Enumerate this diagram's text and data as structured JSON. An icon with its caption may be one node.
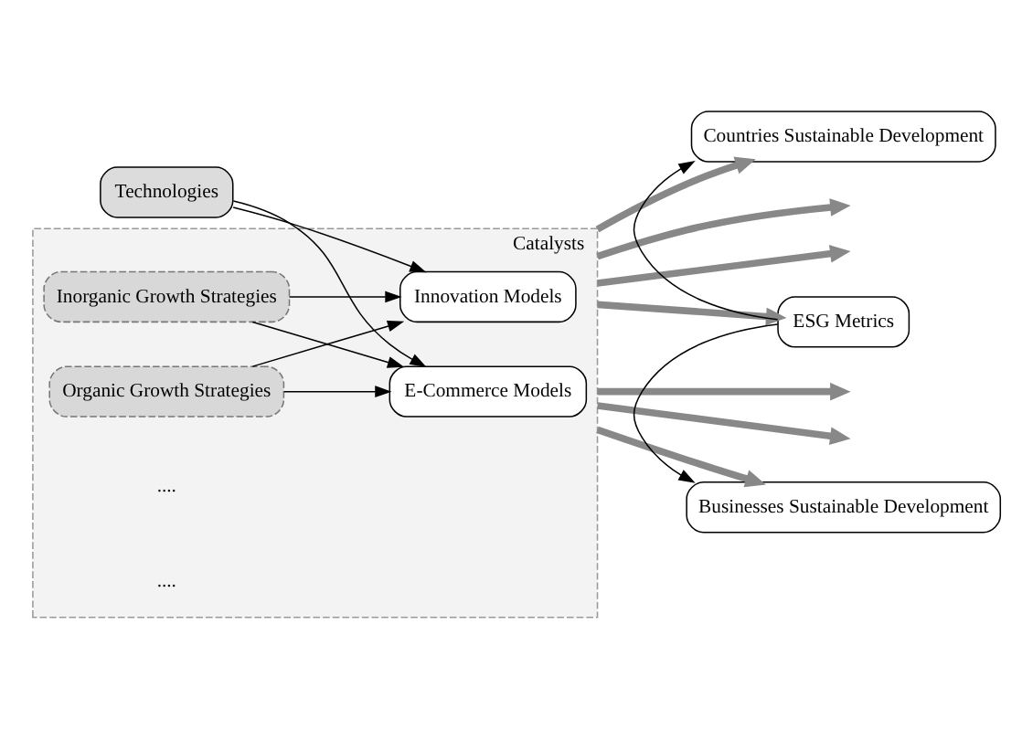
{
  "diagram": {
    "nodes": [
      {
        "text": [
          "Technologies"
        ]
      },
      {
        "text": [
          "Catalysts"
        ]
      },
      {
        "text": [
          "Innovation Models"
        ],
        "in": 1
      },
      {
        "text": [
          "Inorganic Growth Strategies"
        ],
        "in": 1
      },
      {
        "text": [
          "Organic Growth Strategies"
        ],
        "in": 1
      },
      {
        "text": [
          "E-Commerce Models"
        ],
        "in": 1
      },
      {
        "text": [
          "Countries Sustainable Development"
        ]
      },
      {
        "text": [
          "ESG Metrics"
        ]
      },
      {
        "text": [
          "Businesses Sustainable Development"
        ]
      }
    ],
    "edges": [
      {
        "from": 0,
        "to": 2,
        "arrow": "to"
      },
      {
        "from": 0,
        "to": 5,
        "arrow": "to"
      },
      {
        "from": 3,
        "to": 2,
        "arrow": "to"
      },
      {
        "from": 3,
        "to": 5,
        "arrow": "to"
      },
      {
        "from": 4,
        "to": 2,
        "arrow": "to"
      },
      {
        "from": 4,
        "to": 5,
        "arrow": "to"
      },
      {
        "from": 7,
        "to": 6,
        "arrow": "to"
      },
      {
        "from": 7,
        "to": 8,
        "arrow": "to"
      },
      {
        "from": 1,
        "to": 6,
        "arrow": "to",
        "style": "thick",
        "color": "#888888"
      },
      {
        "from": 1,
        "to": null,
        "arrow": "to",
        "style": "thick",
        "color": "#888888"
      },
      {
        "from": 1,
        "to": null,
        "arrow": "to",
        "style": "thick",
        "color": "#888888"
      },
      {
        "from": 1,
        "to": 7,
        "arrow": "to",
        "style": "thick",
        "color": "#888888"
      },
      {
        "from": 1,
        "to": null,
        "arrow": "to",
        "style": "thick",
        "color": "#888888"
      },
      {
        "from": 1,
        "to": null,
        "arrow": "to",
        "style": "thick",
        "color": "#888888"
      },
      {
        "from": 1,
        "to": 8,
        "arrow": "to",
        "style": "thick",
        "color": "#888888"
      }
    ],
    "labels": [
      "....",
      "...."
    ]
  }
}
